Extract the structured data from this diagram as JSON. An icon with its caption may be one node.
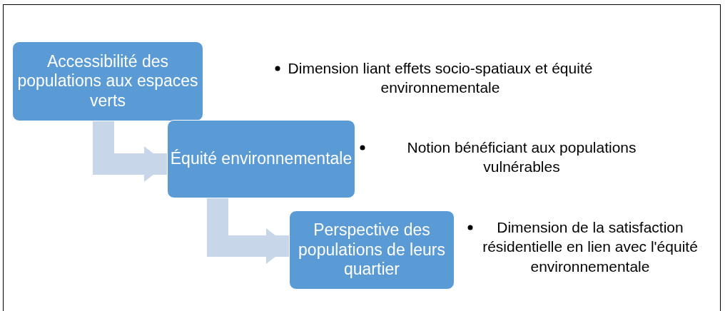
{
  "diagram": {
    "nodes": [
      {
        "text": [
          "Accessibilité des populations aux espaces verts"
        ]
      },
      {
        "text": [
          "Équité environnementale"
        ]
      },
      {
        "text": [
          "Perspective des populations de leurs quartier"
        ]
      }
    ],
    "edges": [
      {
        "from": 0,
        "to": 1,
        "arrow": "to"
      },
      {
        "from": 1,
        "to": 2,
        "arrow": "to"
      }
    ],
    "labels": [
      "Dimension liant effets socio-spatiaux et équité environnementale",
      "Notion bénéficiant aux populations vulnérables",
      "Dimension de la satisfaction résidentielle en lien avec l'équité environnementale"
    ]
  }
}
